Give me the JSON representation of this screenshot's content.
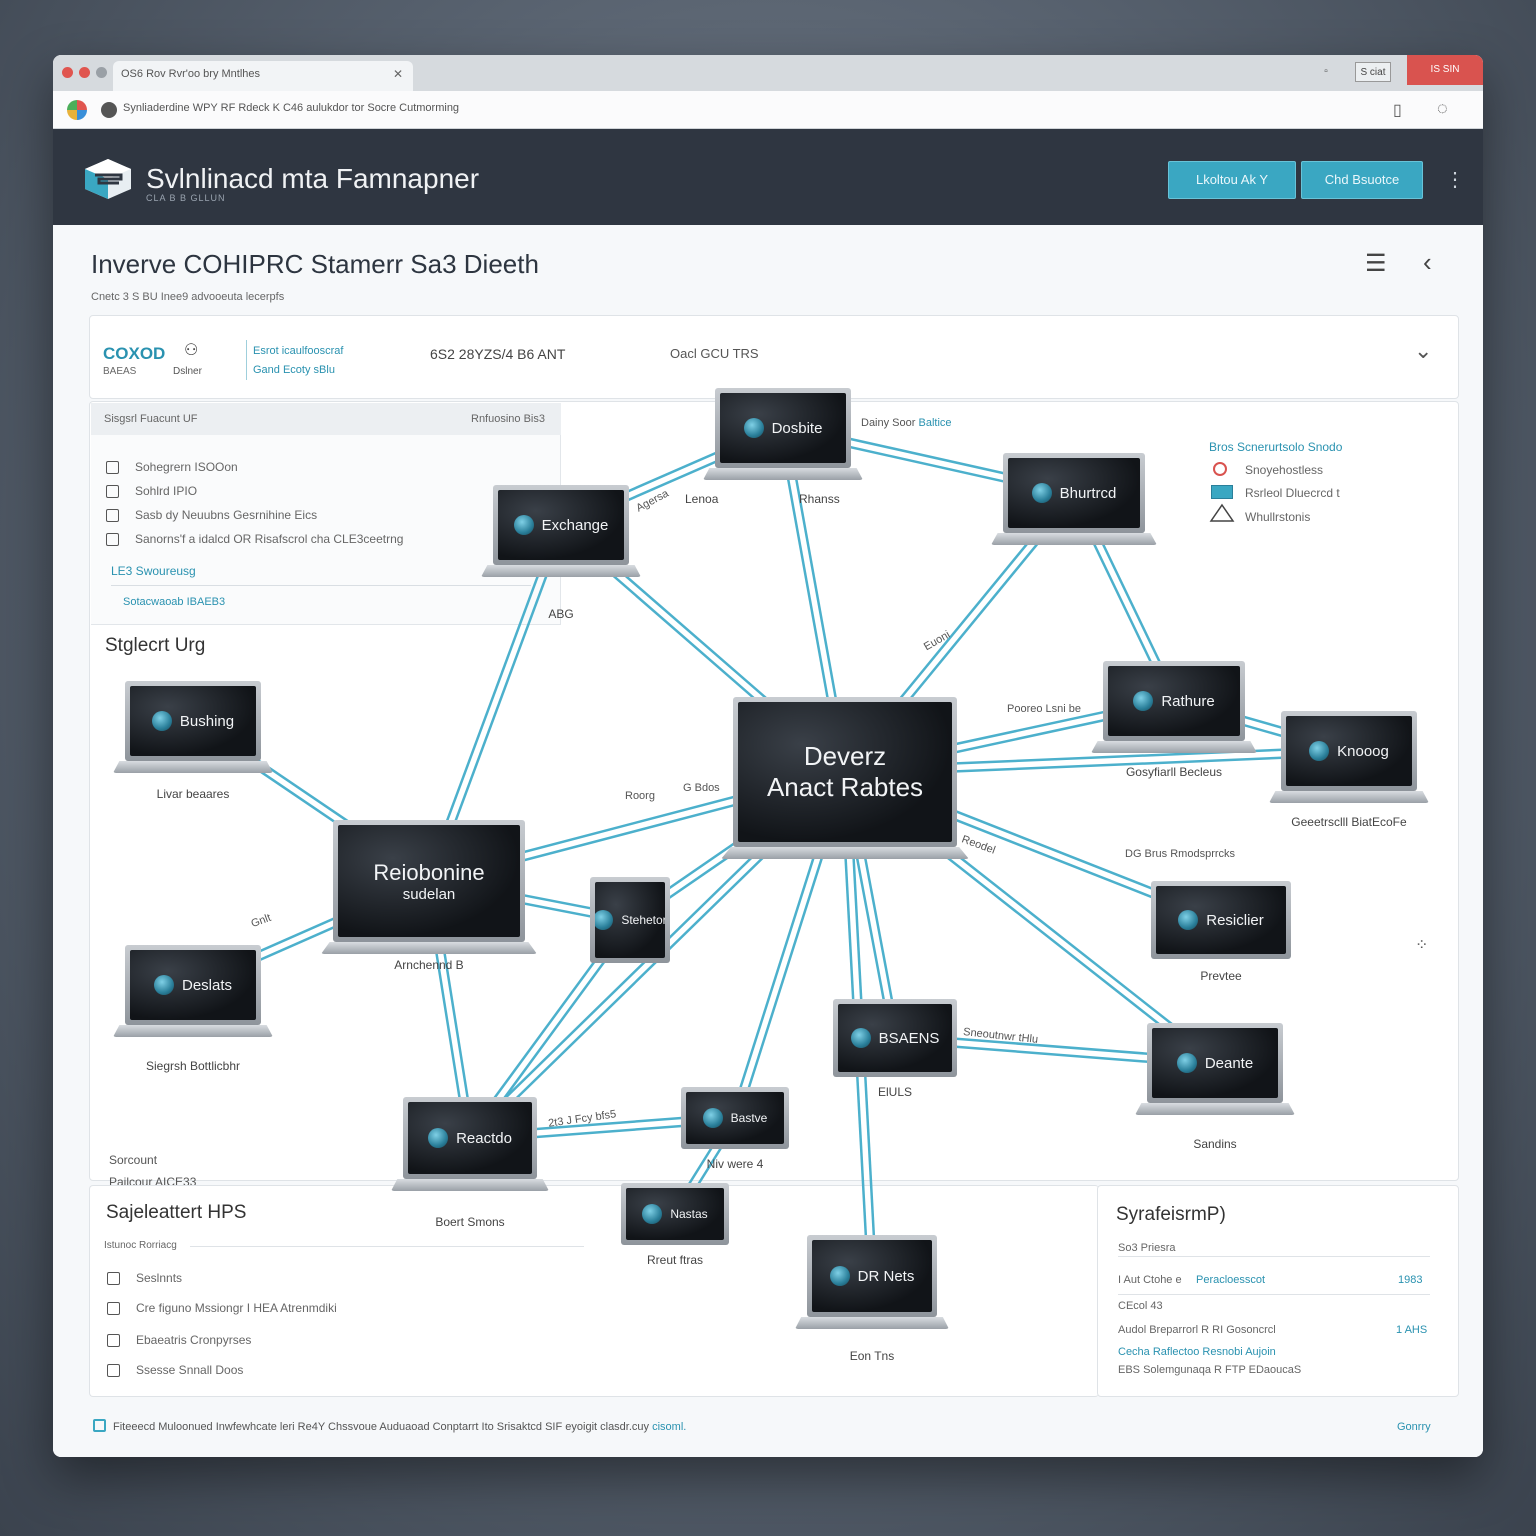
{
  "browser": {
    "tab_title": "OS6 Rov Rvr'oo bry Mntlhes",
    "url": "Synliaderdine WPY RF Rdeck K C46 aulukdor tor Socre Cutmorming",
    "control_box": "S ciat",
    "control_red": "IS SIN"
  },
  "header": {
    "title": "Svlnlinacd mta Famnapner",
    "subtitle": "CLA B B GLLUN",
    "button_1": "Lkoltou Ak Y",
    "button_2": "Chd Bsuotce"
  },
  "page": {
    "title": "Inverve COHIPRC Stamerr Sa3 Dieeth",
    "subtitle": "Cnetc 3 S BU Inee9 advooeuta lecerpfs"
  },
  "summary": {
    "code": "COXOD",
    "code_sub": "BAEAS",
    "icon_label": "Dslner",
    "link_1": "Esrot icaulfooscraf",
    "link_2": "Gand Ecoty sBlu",
    "value": "6S2 28YZS/4 B6 ANT",
    "value_2": "Oacl GCU TRS"
  },
  "left_panel": {
    "header_left": "Sisgsrl Fuacunt UF",
    "header_right": "Rnfuosino Bis3",
    "items": [
      "Sohegrern ISOOon",
      "Sohlrd IPIO",
      "Sasb dy Neuubns Gesrnihine Eics",
      "Sanorns'f a idalcd OR Risafscrol cha CLE3ceetrng"
    ],
    "link_1": "LE3 Swoureusg",
    "link_2": "Sotacwaoab IBAEB3"
  },
  "stylist": {
    "title": "Stglecrt Urg",
    "foot_1": "Sorcount",
    "foot_2": "Pailcour AICE33"
  },
  "legend": {
    "title": "Bros Scnerurtsolo Snodo",
    "items": [
      "Snoyehostless",
      "Rsrleol Dluecrcd t",
      "Whullrstonis"
    ]
  },
  "nodes": {
    "center": {
      "line1": "Deverz",
      "line2": "Anact Rabtes"
    },
    "respondine": {
      "line1": "Reiobonine",
      "line2": "sudelan",
      "label": "Arnchennd B"
    },
    "dosbite": {
      "name": "Dosbite",
      "label_left": "Lenoa",
      "label_right": "Rhanss"
    },
    "exchange": {
      "name": "Exchange",
      "label": "ABG"
    },
    "bhurted": {
      "name": "Bhurtrcd"
    },
    "rethure": {
      "name": "Rathure",
      "label": "Gosyfiarll Becleus"
    },
    "knodog": {
      "name": "Knooog",
      "label": "Geeetrsclll BiatEcoFe"
    },
    "bushing": {
      "name": "Bushing",
      "label": "Livar beaares"
    },
    "deslats": {
      "name": "Deslats",
      "label": "Siegrsh Bottlicbhr"
    },
    "stehetor": {
      "name": "Stehetor"
    },
    "residier": {
      "name": "Resiclier",
      "label": "Prevtee"
    },
    "bsaens": {
      "name": "BSAENS",
      "label": "ElULS"
    },
    "deante": {
      "name": "Deante",
      "label": "Sandins"
    },
    "reactid": {
      "name": "Reactdo",
      "label": "Boert Smons"
    },
    "bastve": {
      "name": "Bastve",
      "label": "Niv were 4"
    },
    "nastas": {
      "name": "Nastas",
      "label": "Rreut ftras"
    },
    "domens": {
      "name": "DR Nets",
      "label": "Eon Tns"
    }
  },
  "edge_labels": {
    "top_right": "Dainy Soor",
    "top_right_link": "Baltice",
    "a": "Agersa",
    "b": "DG Brus Rmodsprrcks",
    "c": "Roorg",
    "d": "G Bdos",
    "e": "Pooreo Lsni be",
    "f": "2t3 J Fcy bfs5",
    "g": "Euoni",
    "h": "Reodel",
    "i": "Sneoutnwr tHlu",
    "j": "Gnlt"
  },
  "bottom_left": {
    "title": "Sajeleattert HPS",
    "sub": "Istunoc Rorriacg",
    "items": [
      "Seslnnts",
      "Cre figuno Mssiongr I HEA Atrenmdiki",
      "Ebaeatris Cronpyrses",
      "Ssesse Snnall Doos"
    ]
  },
  "bottom_right": {
    "title": "SyrafeisrmP)",
    "sub": "So3 Priesra",
    "row1_label": "I Aut Ctohe e",
    "row1_link": "Peracloesscot",
    "row1_value": "1983",
    "row2_label": "CEcol 43",
    "row3_label": "Audol Breparrorl R RI Gosoncrcl",
    "row3_value": "1 AHS",
    "link": "Cecha Raflectoo Resnobi Aujoin",
    "foot": "EBS Solemgunaqa R FTP EDaoucaS"
  },
  "footer": {
    "note": "Fiteeecd Muloonued Inwfewhcate leri Re4Y Chssvoue Auduaoad Conptarrt Ito Srisaktcd SIF eyoigit clasdr.cuy",
    "note_link": "cisoml.",
    "right": "Gonrry"
  },
  "colors": {
    "accent": "#3aa7c2",
    "edge": "#4cb0cc",
    "header_bg": "#2f3641"
  }
}
